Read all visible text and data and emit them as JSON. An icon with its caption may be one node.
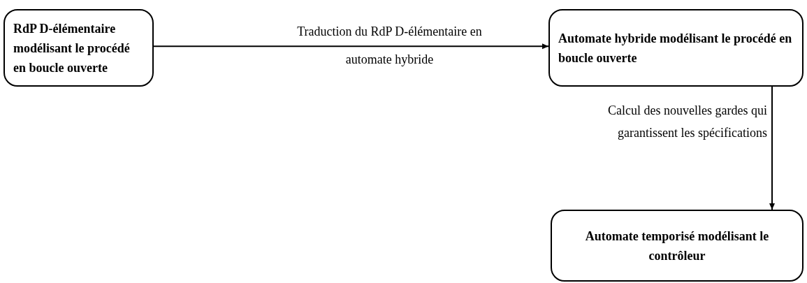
{
  "diagram": {
    "nodes": [
      {
        "text": [
          "RdP D-élémentaire modélisant le procédé en boucle ouverte"
        ]
      },
      {
        "text": [
          "Automate hybride modélisant le procédé en boucle ouverte"
        ]
      },
      {
        "text": [
          "Automate temporisé modélisant le contrôleur"
        ]
      }
    ],
    "edges": [
      {
        "from": 0,
        "to": 1,
        "arrow": "to",
        "label": "Traduction du RdP D-élémentaire en automate hybride"
      },
      {
        "from": 1,
        "to": 2,
        "arrow": "to",
        "label": "Calcul des nouvelles gardes qui garantissent les spécifications"
      }
    ]
  }
}
